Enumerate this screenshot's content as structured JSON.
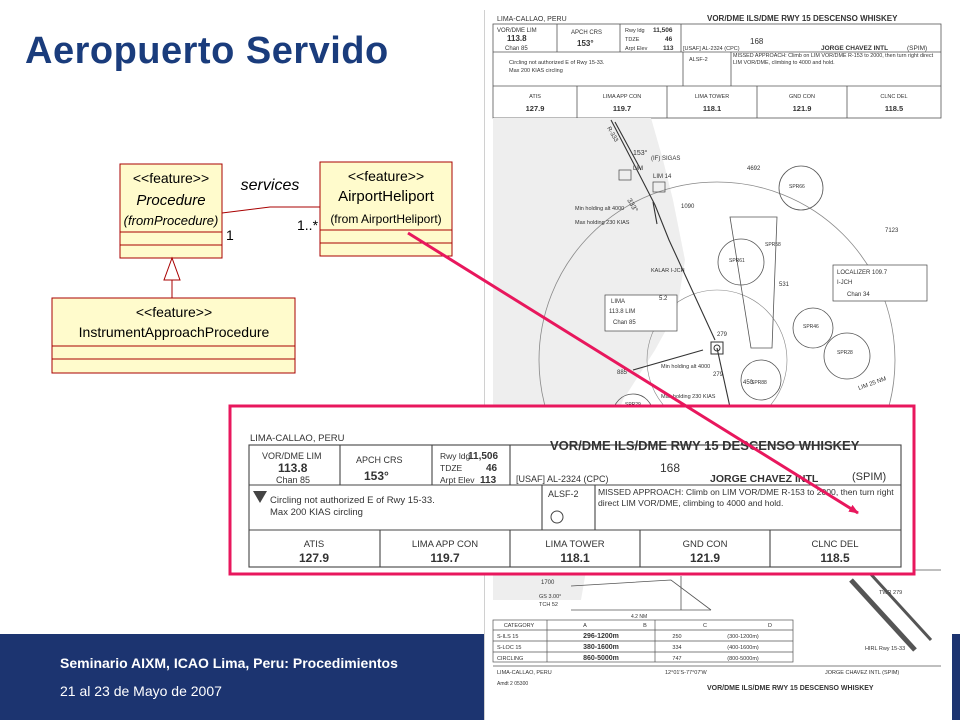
{
  "slide": {
    "title": "Aeropuerto Servido",
    "footer_line1": "Seminario AIXM, ICAO Lima, Peru: Procedimientos",
    "footer_line2": "21 al 23 de Mayo de 2007"
  },
  "uml": {
    "procedure": {
      "stereotype": "<<feature>>",
      "name": "Procedure",
      "from": "(fromProcedure)"
    },
    "airport": {
      "stereotype": "<<feature>>",
      "name": "AirportHeliport",
      "from": "(from AirportHeliport)"
    },
    "iap": {
      "stereotype": "<<feature>>",
      "name": "InstrumentApproachProcedure"
    },
    "association": {
      "label": "services",
      "mult_source": "1",
      "mult_target": "1..*"
    }
  },
  "chart": {
    "location": "LIMA-CALLAO, PERU",
    "procedure_title": "VOR/DME ILS/DME RWY 15 DESCENSO WHISKEY",
    "vor_label": "VOR/DME LIM",
    "vor_freq": "113.8",
    "vor_chan": "Chan 85",
    "apch_crs_label": "APCH CRS",
    "apch_crs": "153°",
    "rwy_ldg_label": "Rwy ldg",
    "rwy_ldg": "11,506",
    "tdze_label": "TDZE",
    "tdze": "46",
    "arpt_elev_label": "Arpt Elev",
    "arpt_elev": "113",
    "chart_num": "168",
    "usaf": "[USAF] AL-2324 (CPC)",
    "airport_name": "JORGE CHAVEZ INTL",
    "icao": "(SPIM)",
    "note1": "Circling not authorized E of Rwy 15-33.",
    "note2": "Max 200 KIAS circling",
    "alsf": "ALSF-2",
    "missed_approach": "MISSED APPROACH: Climb on LIM VOR/DME R-153 to 2000, then turn right direct LIM VOR/DME, climbing to 4000 and hold.",
    "freqs": [
      {
        "name": "ATIS",
        "freq": "127.9"
      },
      {
        "name": "LIMA APP CON",
        "freq": "119.7"
      },
      {
        "name": "LIMA TOWER",
        "freq": "118.1"
      },
      {
        "name": "GND CON",
        "freq": "121.9"
      },
      {
        "name": "CLNC DEL",
        "freq": "118.5"
      }
    ],
    "plan_labels": {
      "lim": "LIM",
      "sigas": "(IF) SIGAS",
      "lim14": "LIM 14",
      "r333": "R-333",
      "crs153": "153°",
      "crs333": "333°",
      "holding1": "Min holding alt 4000",
      "holding2": "Max holding 230 KIAS",
      "kalar": "KALAR I-JCH",
      "d52": "5.2",
      "vorbox_title": "LIMA",
      "vorbox_freq": "113.8 LIM",
      "vorbox_chan": "Chan 85",
      "loc_title": "LOCALIZER 109.7",
      "loc_id": "I-JCH",
      "loc_chan": "Chan 34",
      "e4692": "4692",
      "e1090": "1090",
      "e7123": "7123",
      "e531": "531",
      "e279a": "279",
      "e279b": "279",
      "e450": "450",
      "e885": "885",
      "spr66": "SPR66",
      "spr58": "SPR58",
      "spr61": "SPR61",
      "spr46": "SPR46",
      "spr28": "SPR28",
      "spr88": "SPR88",
      "spr29": "SPR29",
      "msa": "LIM 25 NM",
      "holding3": "Min holding alt 4000",
      "holding4": "Max holding 230 KIAS",
      "twr": "TWR 279"
    },
    "profile_labels": {
      "d1700": "1700",
      "gs": "GS 3.00°",
      "tch": "TCH 52",
      "dist": "4.2 NM"
    },
    "minima": {
      "headers": [
        "CATEGORY",
        "A",
        "B",
        "C",
        "D"
      ],
      "rows": [
        {
          "name": "S-ILS 15",
          "val": "296-1200m",
          "haa": "250",
          "alt": "(300-1200m)"
        },
        {
          "name": "S-LOC 15",
          "val": "380-1600m",
          "haa": "334",
          "alt": "(400-1600m)"
        },
        {
          "name": "CIRCLING",
          "val": "860-5000m",
          "haa": "747",
          "alt": "(800-5000m)"
        }
      ]
    },
    "hirl": "HIRL Rwy 15-33",
    "bottom_location": "LIMA-CALLAO, PERU",
    "coords": "12°01'S-77°07'W",
    "bottom_airport": "JORGE CHAVEZ INTL (SPIM)",
    "amdt": "Amdt 2  05300",
    "bottom_title": "VOR/DME ILS/DME RWY 15 DESCENSO WHISKEY"
  },
  "colors": {
    "title": "#1a3c7c",
    "footer": "#1c3470",
    "uml_fill": "#fffbcc",
    "uml_border": "#a80000",
    "arrow": "#e8175d"
  }
}
